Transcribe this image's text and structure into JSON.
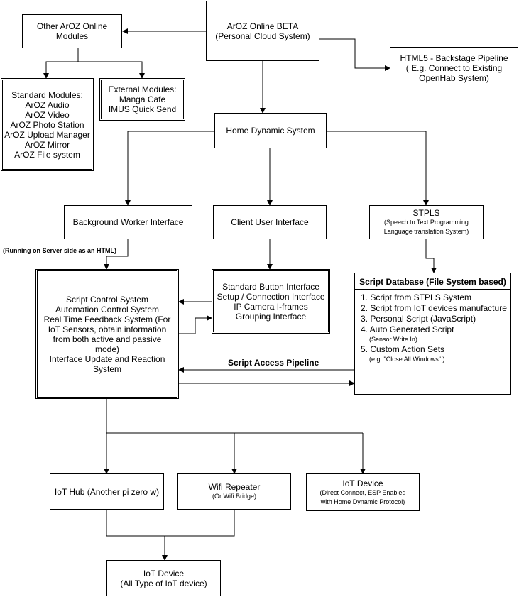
{
  "nodes": {
    "aroz_online": {
      "lines": [
        "ArOZ Online BETA",
        "(Personal Cloud System)"
      ]
    },
    "other_modules": {
      "lines": [
        "Other ArOZ Online",
        "Modules"
      ]
    },
    "standard_modules": {
      "lines": [
        "Standard Modules:",
        "ArOZ Audio",
        "ArOZ Video",
        "ArOZ Photo Station",
        "ArOZ Upload Manager",
        "ArOZ Mirror",
        "ArOZ File system"
      ]
    },
    "external_modules": {
      "lines": [
        "External Modules:",
        "Manga Cafe",
        "IMUS Quick Send"
      ]
    },
    "html5_pipeline": {
      "lines": [
        "HTML5 - Backstage Pipeline",
        "( E.g. Connect to Existing",
        "OpenHab System)"
      ]
    },
    "home_dynamic": {
      "lines": [
        "Home Dynamic System"
      ]
    },
    "background_worker": {
      "lines": [
        "Background Worker Interface"
      ]
    },
    "client_user": {
      "lines": [
        "Client User Interface"
      ]
    },
    "stpls": {
      "title": "STPLS",
      "sub": [
        "(Speech to Text Programming",
        "Language translation System)"
      ]
    },
    "running_note": "(Running on Server side as an HTML)",
    "script_control": {
      "lines": [
        "Script Control System",
        "Automation Control System",
        "Real Time Feedback System (For",
        "IoT Sensors, obtain information",
        "from both active and passive",
        "mode)",
        "Interface Update and Reaction",
        "System"
      ]
    },
    "standard_button": {
      "lines": [
        "Standard Button Interface",
        "Setup / Connection Interface",
        "IP Camera I-frames",
        "Grouping Interface"
      ]
    },
    "script_db": {
      "title": "Script Database (File System based)",
      "items": [
        {
          "text": "1. Script from STPLS System"
        },
        {
          "text": "2. Script from IoT devices manufacture"
        },
        {
          "text": "3. Personal Script (JavaScript)"
        },
        {
          "text": "4. Auto Generated Script",
          "sub": "(Sensor Write In)"
        },
        {
          "text": "5. Custom Action Sets",
          "sub": "(e.g. \"Close All Windows\" )"
        }
      ]
    },
    "script_access_label": "Script Access Pipeline",
    "iot_hub": {
      "lines": [
        "IoT Hub (Another pi zero w)"
      ]
    },
    "wifi_repeater": {
      "title": "Wifi Repeater",
      "sub": "(Or Wifi Bridge)"
    },
    "iot_device_direct": {
      "title": "IoT Device",
      "sub": [
        "(Direct Connect, ESP Enabled",
        "with Home Dynamic Protocol)"
      ]
    },
    "iot_device_all": {
      "lines": [
        "IoT Device",
        "(All Type of IoT device)"
      ]
    }
  }
}
